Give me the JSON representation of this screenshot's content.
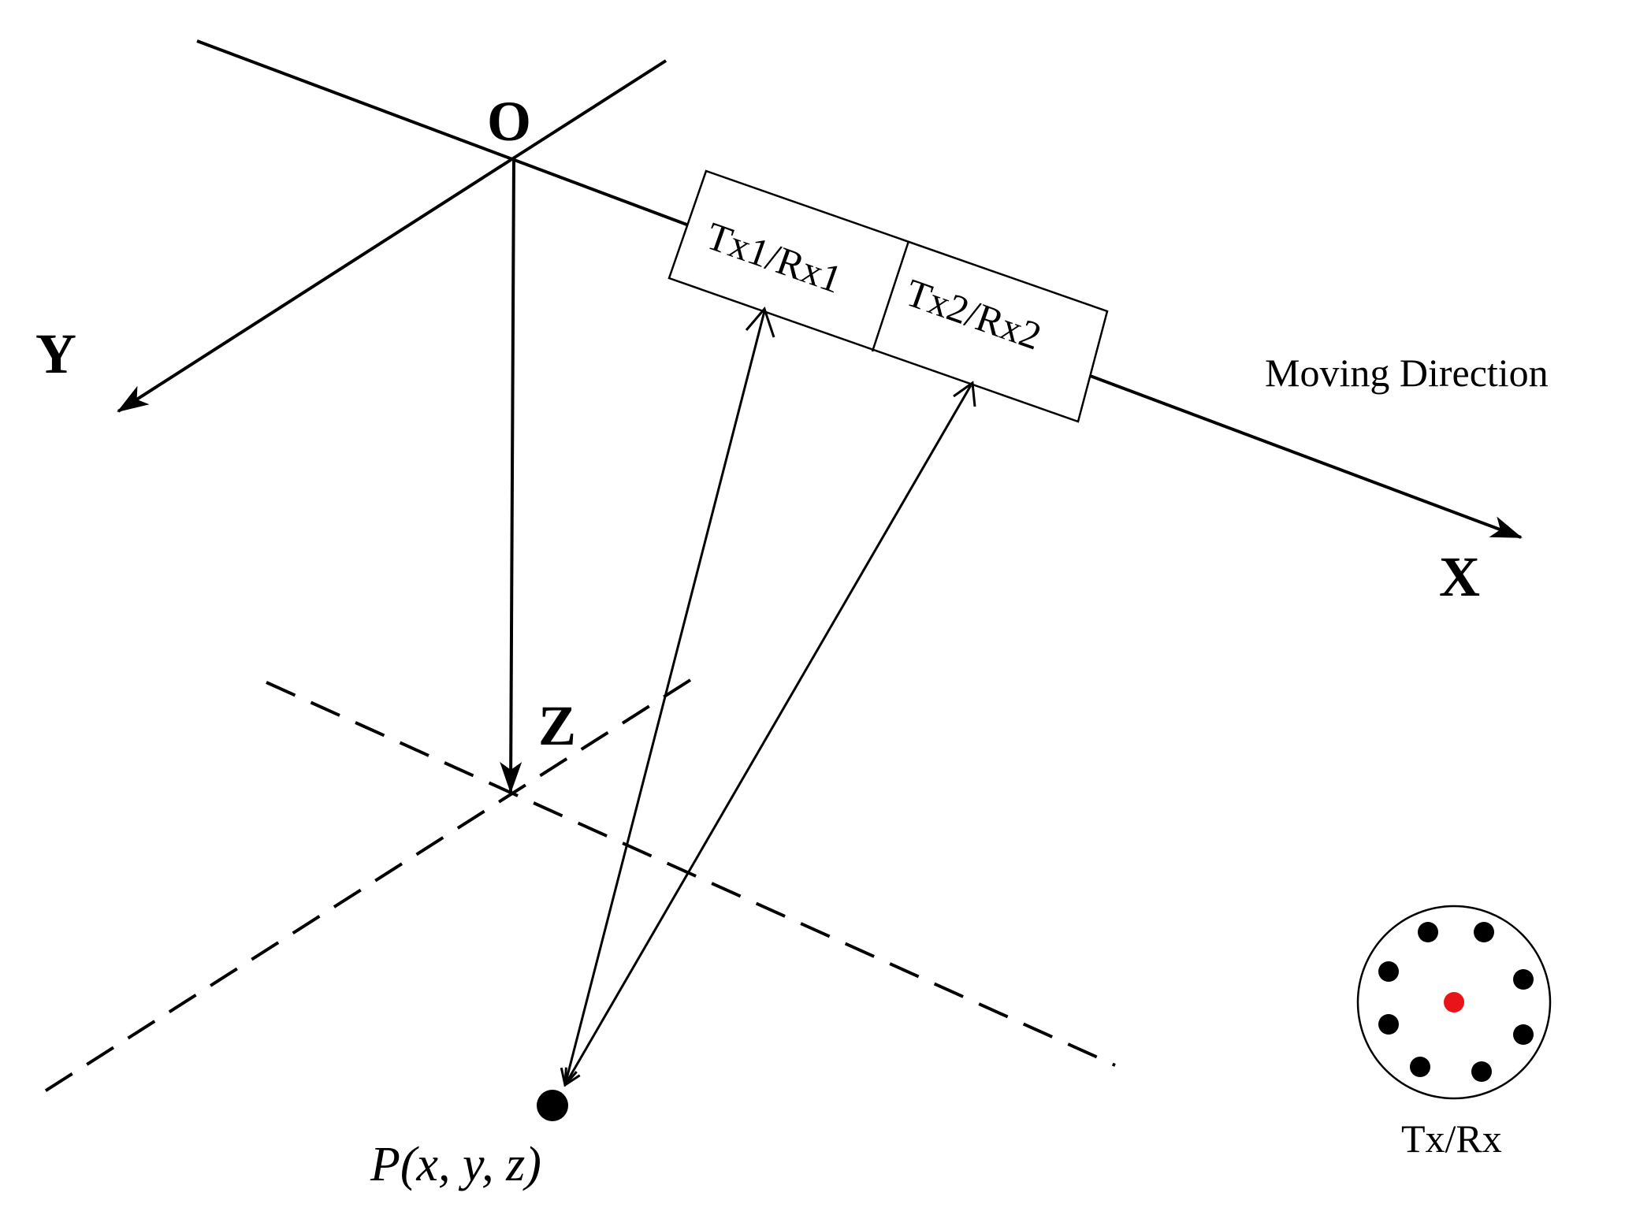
{
  "labels": {
    "origin": "O",
    "x_axis": "X",
    "y_axis": "Y",
    "z_axis": "Z",
    "antenna1": "Tx1/Rx1",
    "antenna2": "Tx2/Rx2",
    "moving_direction": "Moving Direction",
    "point": "P(x, y, z)",
    "legend_caption": "Tx/Rx"
  },
  "colors": {
    "line": "#000000",
    "center_element": "#e8141a",
    "ring_element": "#000000"
  },
  "icons": {
    "point_marker": "target-point-icon",
    "array_legend": "antenna-array-icon"
  }
}
